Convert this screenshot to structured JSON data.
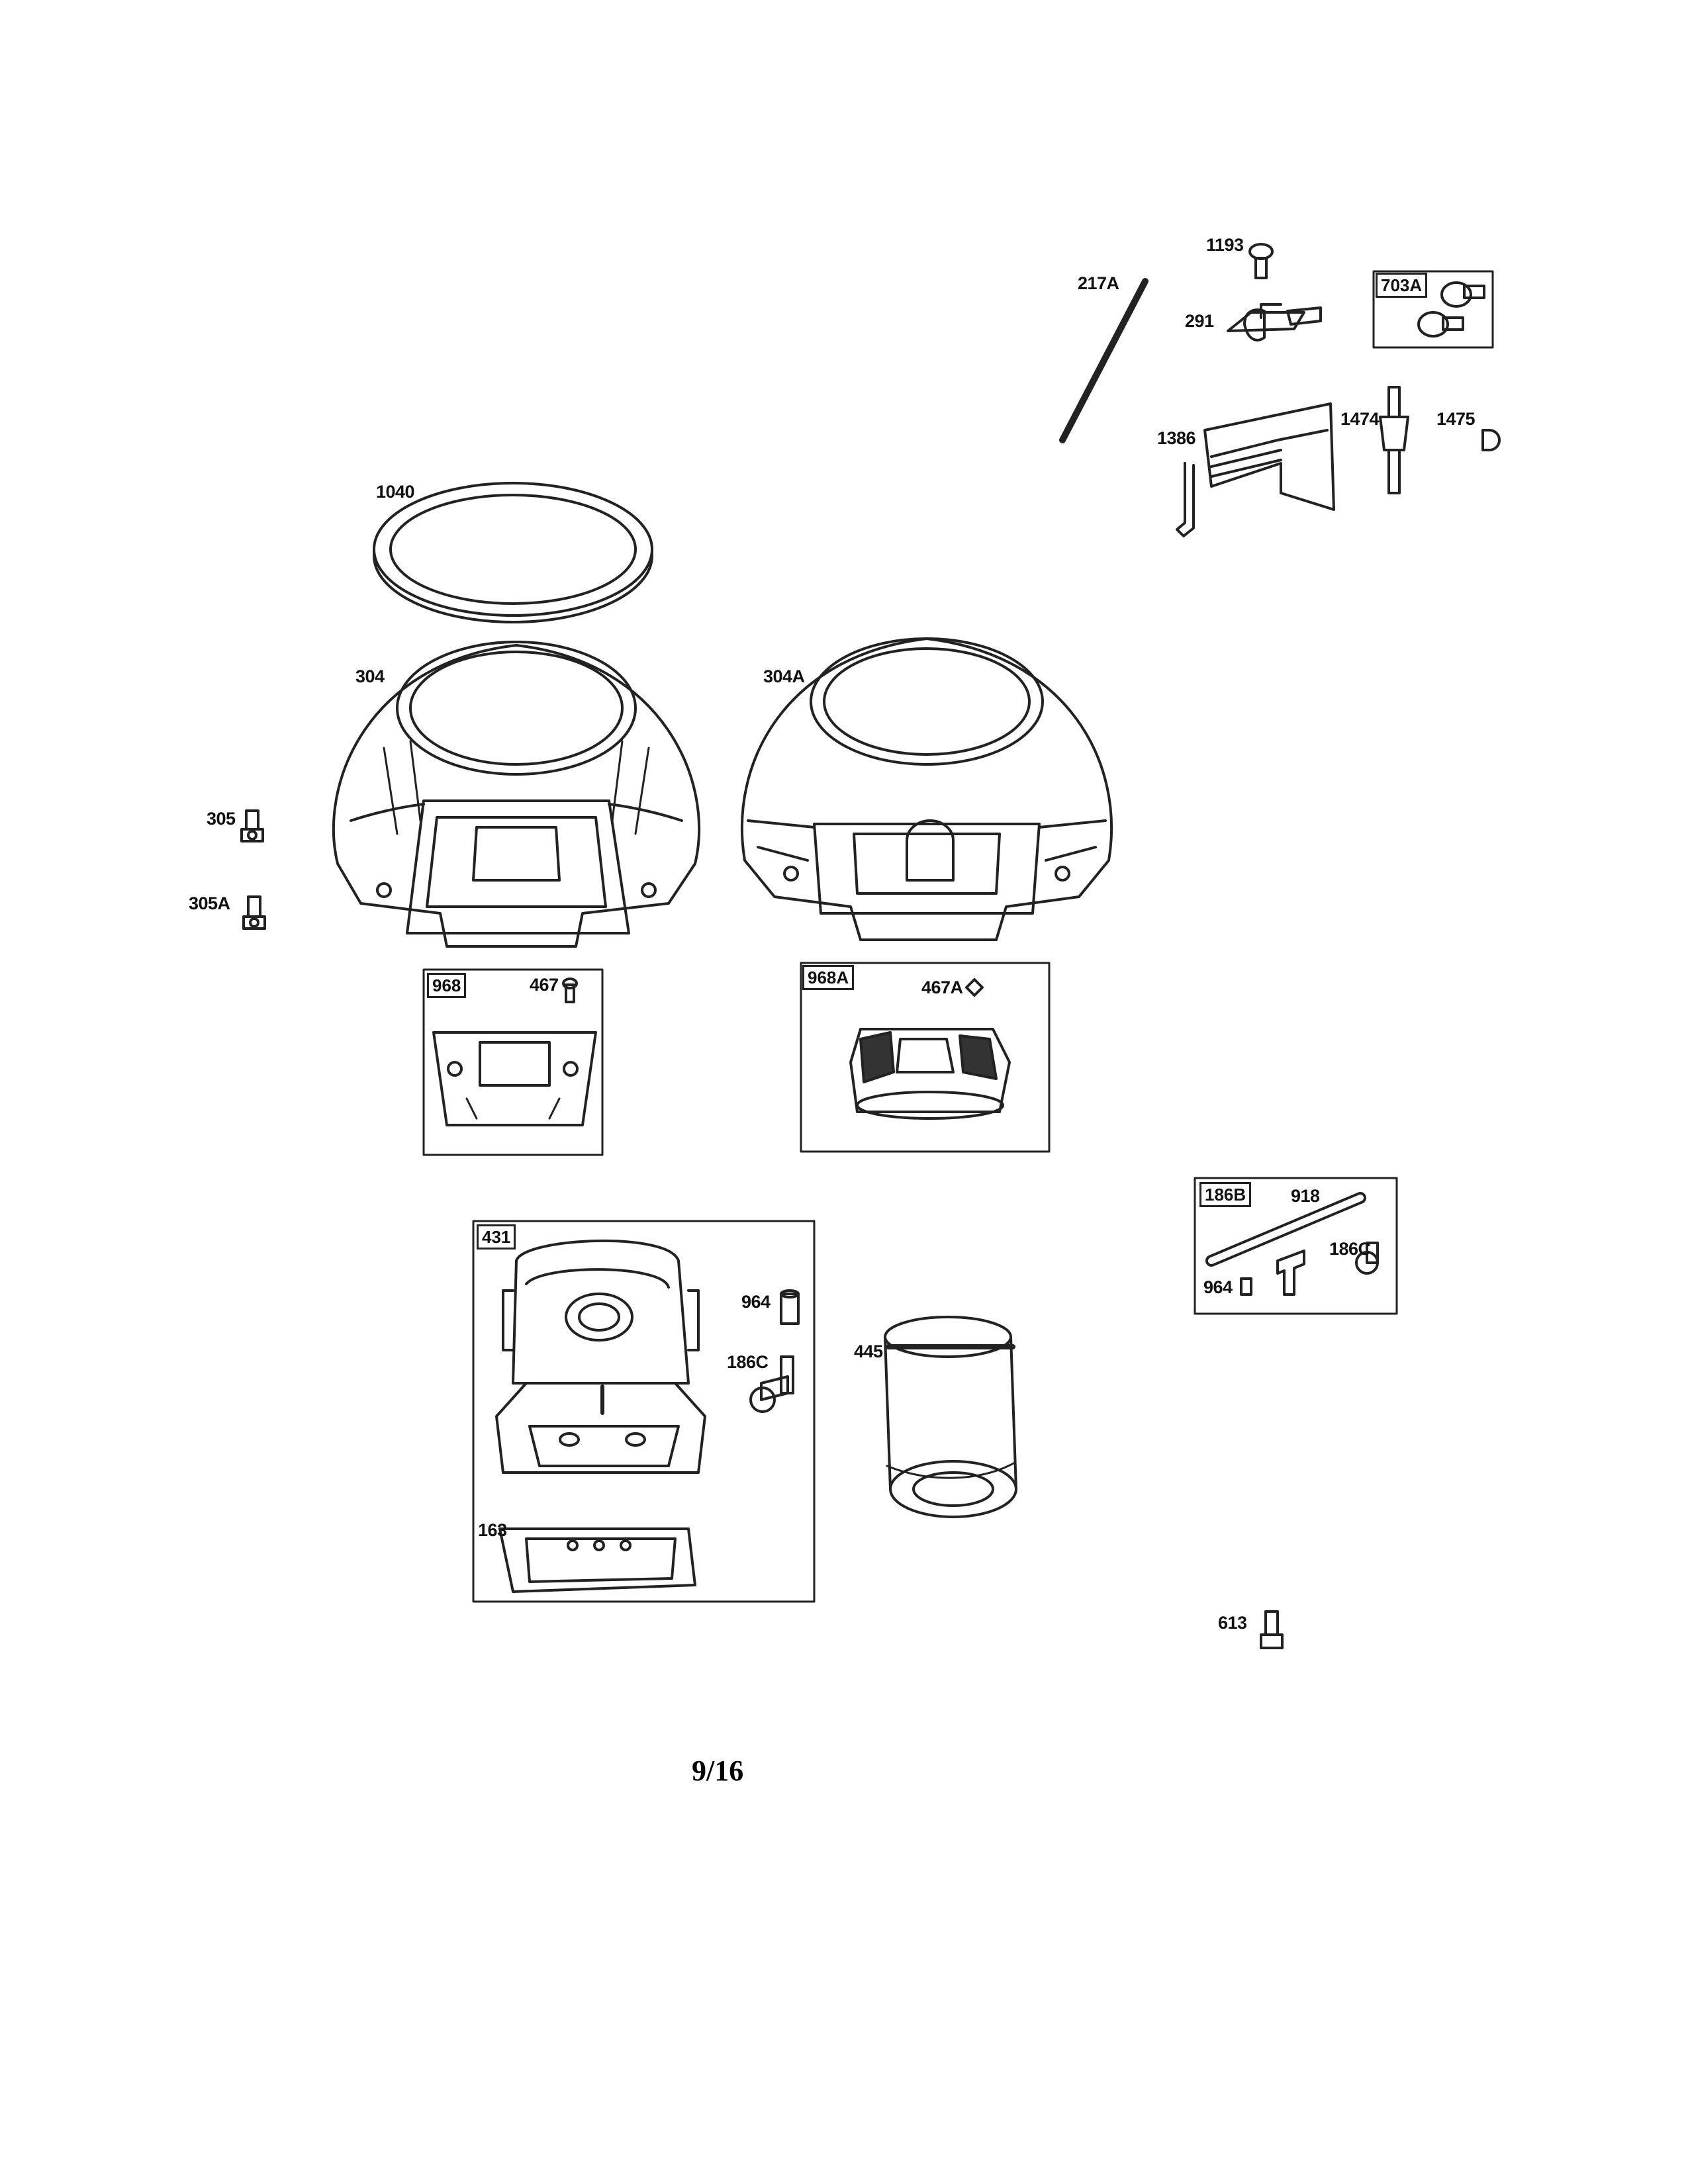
{
  "labels": {
    "p1193": "1193",
    "p217A": "217A",
    "p291": "291",
    "p703A": "703A",
    "p1386": "1386",
    "p1474": "1474",
    "p1475": "1475",
    "p1040": "1040",
    "p304": "304",
    "p304A": "304A",
    "p305": "305",
    "p305A": "305A",
    "p968": "968",
    "p467": "467",
    "p968A": "968A",
    "p467A": "467A",
    "p186B": "186B",
    "p918": "918",
    "p186C_kit": "186C",
    "p964_kit": "964",
    "p431": "431",
    "p964": "964",
    "p186C": "186C",
    "p445": "445",
    "p163": "163",
    "p613": "613"
  },
  "page_number": "9/16"
}
